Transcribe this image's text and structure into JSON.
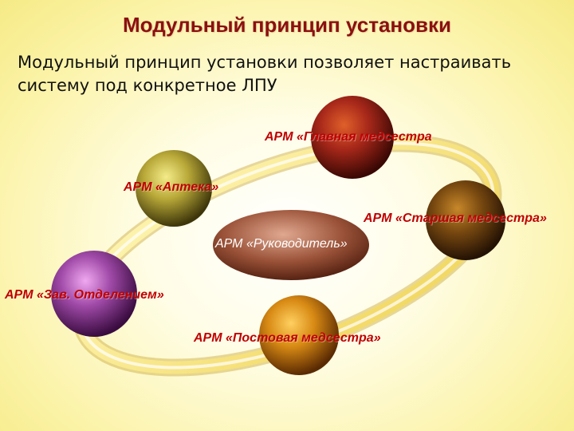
{
  "title": "Модульный принцип установки",
  "subtitle_line1": "Модульный принцип установки позволяет настраивать",
  "subtitle_line2": "систему под конкретное ЛПУ",
  "center_label": "АРМ «Руководитель»",
  "nodes": {
    "main_nurse": "АРМ «Главная медсестра",
    "pharmacy": "АРМ «Аптека»",
    "senior_nurse": "АРМ «Старшая медсестра»",
    "dept_head": "АРМ «Зав. Отделением»",
    "ward_nurse": "АРМ «Постовая медсестра»"
  },
  "colors": {
    "title": "#8b1010",
    "labels": "#c00000",
    "ring": "#f6e27a"
  }
}
